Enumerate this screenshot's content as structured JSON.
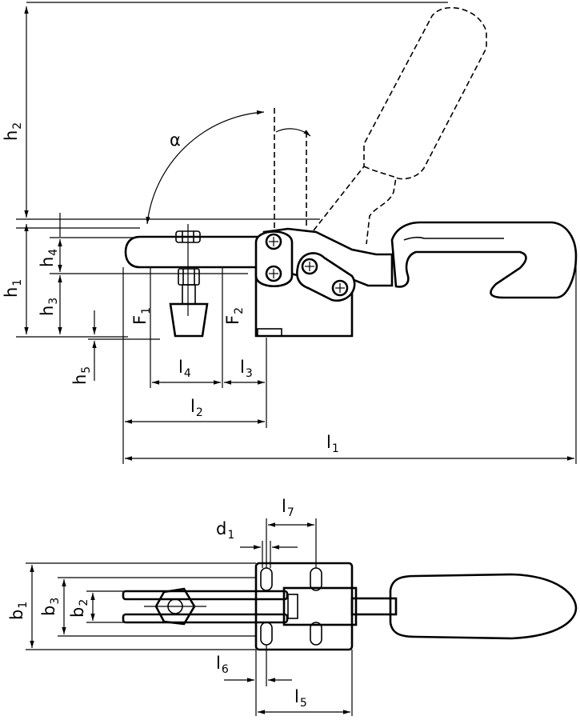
{
  "side_view": {
    "labels": {
      "h2": [
        "h",
        "2"
      ],
      "h1": [
        "h",
        "1"
      ],
      "h4": [
        "h",
        "4"
      ],
      "h3": [
        "h",
        "3"
      ],
      "h5": [
        "h",
        "5"
      ],
      "F1": [
        "F",
        "1"
      ],
      "F2": [
        "F",
        "2"
      ],
      "alpha": "α",
      "l4": [
        "l",
        "4"
      ],
      "l3": [
        "l",
        "3"
      ],
      "l2": [
        "l",
        "2"
      ],
      "l1": [
        "l",
        "1"
      ]
    }
  },
  "top_view": {
    "labels": {
      "b1": [
        "b",
        "1"
      ],
      "b3": [
        "b",
        "3"
      ],
      "b2": [
        "b",
        "2"
      ],
      "d1": [
        "d",
        "1"
      ],
      "l7": [
        "l",
        "7"
      ],
      "l6": [
        "l",
        "6"
      ],
      "l5": [
        "l",
        "5"
      ]
    }
  }
}
